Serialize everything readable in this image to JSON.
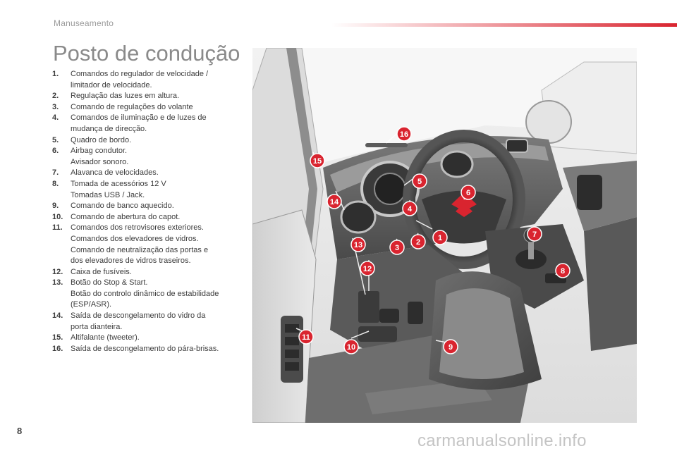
{
  "header": {
    "section": "Manuseamento",
    "accent_color": "#d9242f"
  },
  "title": "Posto de condução",
  "legend": [
    {
      "num": "1.",
      "lines": [
        "Comandos do regulador de velocidade /",
        "limitador de velocidade."
      ]
    },
    {
      "num": "2.",
      "lines": [
        "Regulação das luzes em altura."
      ]
    },
    {
      "num": "3.",
      "lines": [
        "Comando de regulações do volante"
      ]
    },
    {
      "num": "4.",
      "lines": [
        "Comandos de iluminação e de luzes de",
        "mudança de direcção."
      ]
    },
    {
      "num": "5.",
      "lines": [
        "Quadro de bordo."
      ]
    },
    {
      "num": "6.",
      "lines": [
        "Airbag condutor.",
        "Avisador sonoro."
      ]
    },
    {
      "num": "7.",
      "lines": [
        "Alavanca de velocidades."
      ]
    },
    {
      "num": "8.",
      "lines": [
        "Tomada de acessórios 12 V",
        "Tomadas USB / Jack."
      ]
    },
    {
      "num": "9.",
      "lines": [
        "Comando de banco aquecido."
      ]
    },
    {
      "num": "10.",
      "lines": [
        "Comando de abertura do capot."
      ]
    },
    {
      "num": "11.",
      "lines": [
        "Comandos dos retrovisores exteriores.",
        "Comandos dos elevadores de vidros.",
        "Comando de neutralização das portas e",
        "dos elevadores de vidros traseiros."
      ]
    },
    {
      "num": "12.",
      "lines": [
        "Caixa de fusíveis."
      ]
    },
    {
      "num": "13.",
      "lines": [
        "Botão do Stop & Start.",
        "Botão do controlo dinâmico de estabilidade",
        "(ESP/ASR)."
      ]
    },
    {
      "num": "14.",
      "lines": [
        "Saída de descongelamento do vidro da",
        "porta dianteira."
      ]
    },
    {
      "num": "15.",
      "lines": [
        "Altifalante (tweeter)."
      ]
    },
    {
      "num": "16.",
      "lines": [
        "Saída de descongelamento do pára-brisas."
      ]
    }
  ],
  "illustration": {
    "callouts": [
      "1",
      "2",
      "3",
      "4",
      "5",
      "6",
      "7",
      "8",
      "9",
      "10",
      "11",
      "12",
      "13",
      "14",
      "15",
      "16"
    ],
    "callout_color": "#d9242f"
  },
  "footer": {
    "page_number": "8",
    "watermark": "carmanualsonline.info"
  }
}
